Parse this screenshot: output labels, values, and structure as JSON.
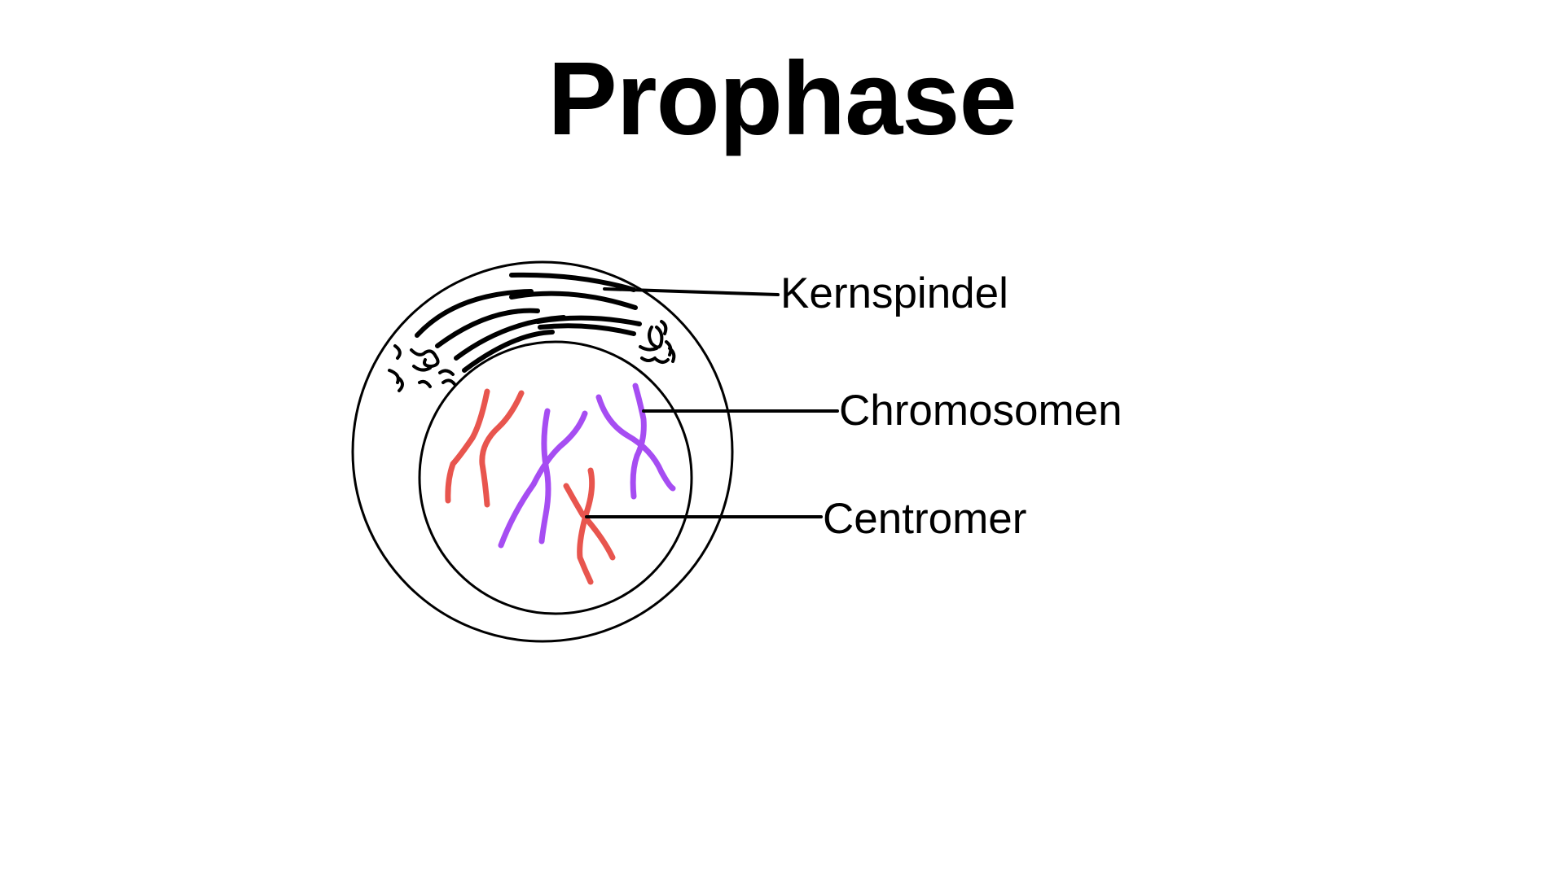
{
  "title": "Prophase",
  "labels": {
    "kernspindel": "Kernspindel",
    "chromosomen": "Chromosomen",
    "centromer": "Centromer"
  },
  "colors": {
    "outline": "#000000",
    "chromosome_red": "#e8554e",
    "chromosome_purple": "#a64df2",
    "background": "#ffffff"
  }
}
